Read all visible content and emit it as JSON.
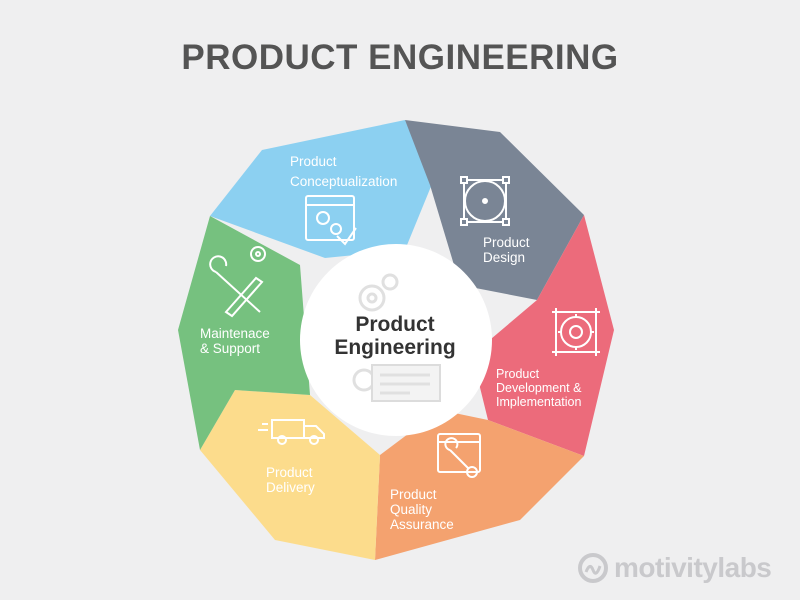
{
  "title": "PRODUCT ENGINEERING",
  "center": {
    "line1": "Product",
    "line2": "Engineering"
  },
  "segments": [
    {
      "id": "conceptualization",
      "color": "#8cd0f1",
      "icon": "gears-window-icon",
      "line1": "Product",
      "line2": "Conceptualization"
    },
    {
      "id": "design",
      "color": "#7a8595",
      "icon": "vector-design-icon",
      "line1": "Product",
      "line2": "Design"
    },
    {
      "id": "development",
      "color": "#ec6b7b",
      "icon": "gear-blueprint-icon",
      "line1": "Product",
      "line2": "Development &",
      "line3": "Implementation"
    },
    {
      "id": "quality",
      "color": "#f4a26f",
      "icon": "wrench-window-icon",
      "line1": "Product",
      "line2": "Quality",
      "line3": "Assurance"
    },
    {
      "id": "delivery",
      "color": "#fcdc8c",
      "icon": "delivery-van-icon",
      "line1": "Product",
      "line2": "Delivery"
    },
    {
      "id": "maintenance",
      "color": "#76c17f",
      "icon": "wrench-screwdriver-icon",
      "line1": "Maintenace",
      "line2": "& Support"
    }
  ],
  "brand": {
    "name": "motivitylabs",
    "color": "#c9c9cc"
  }
}
